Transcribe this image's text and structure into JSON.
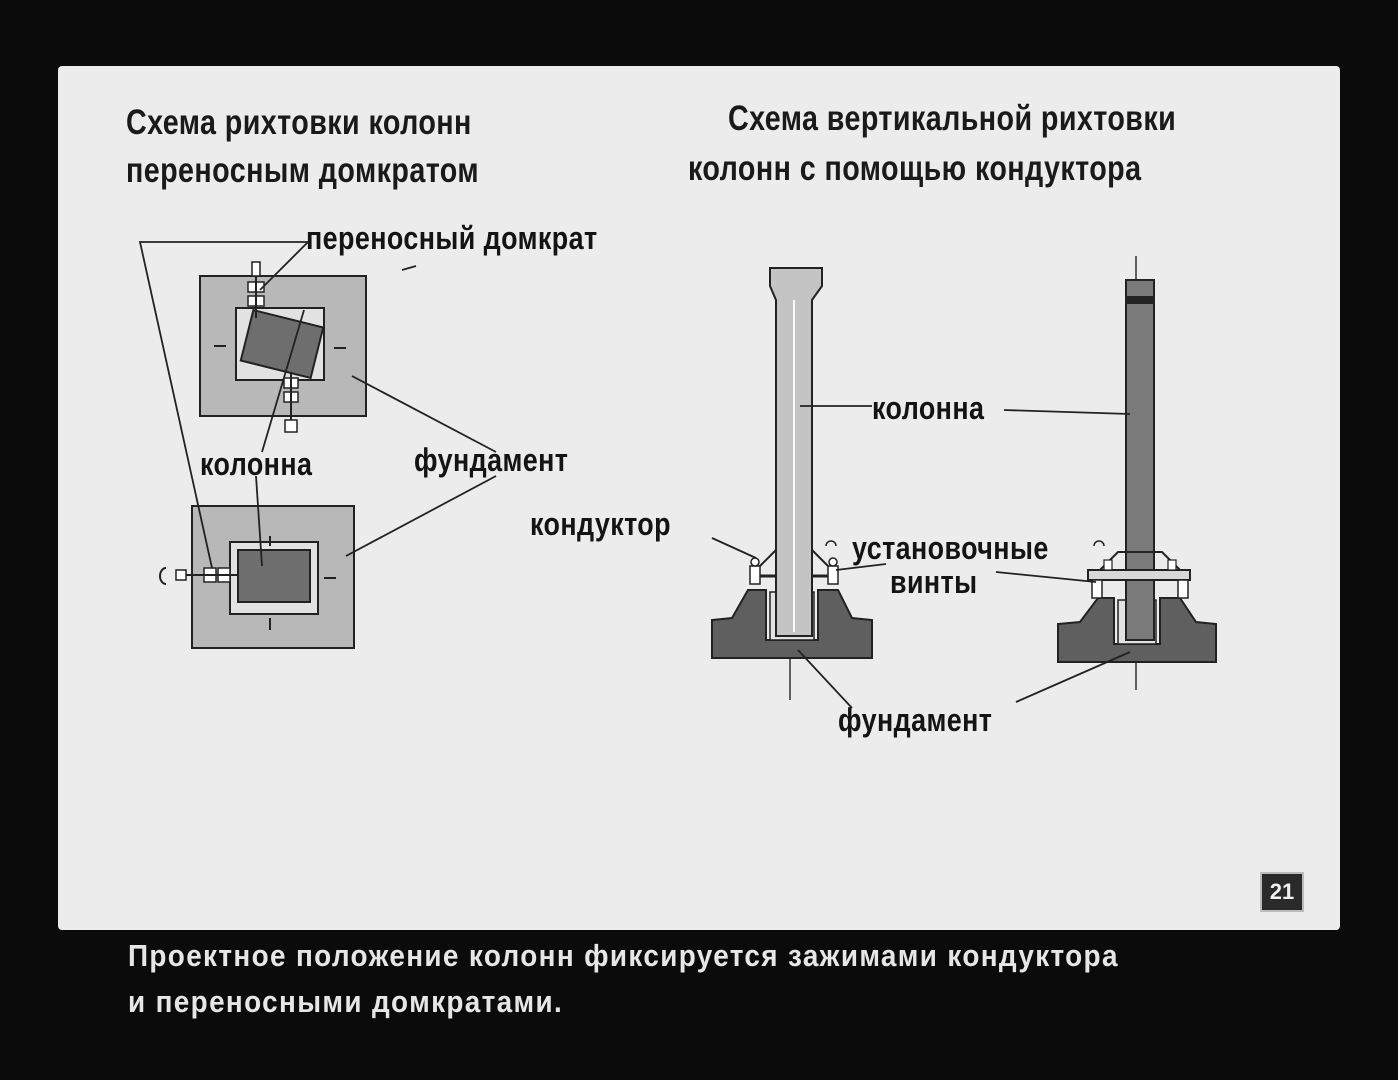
{
  "left_diagram": {
    "title_line1": "Схема рихтовки колонн",
    "title_line2": "переносным домкратом",
    "label_jack": "переносный домкрат",
    "label_column": "колонна",
    "label_foundation": "фундамент"
  },
  "right_diagram": {
    "title_line1": "Схема вертикальной рихтовки",
    "title_line2": "колонн с помощью кондуктора",
    "label_column": "колонна",
    "label_conductor": "кондуктор",
    "label_screws_line1": "установочные",
    "label_screws_line2": "винты",
    "label_foundation": "фундамент"
  },
  "slide_number": "21",
  "caption_line1": "Проектное положение колонн фиксируется зажимами кондуктора",
  "caption_line2": "и переносными домкратами."
}
